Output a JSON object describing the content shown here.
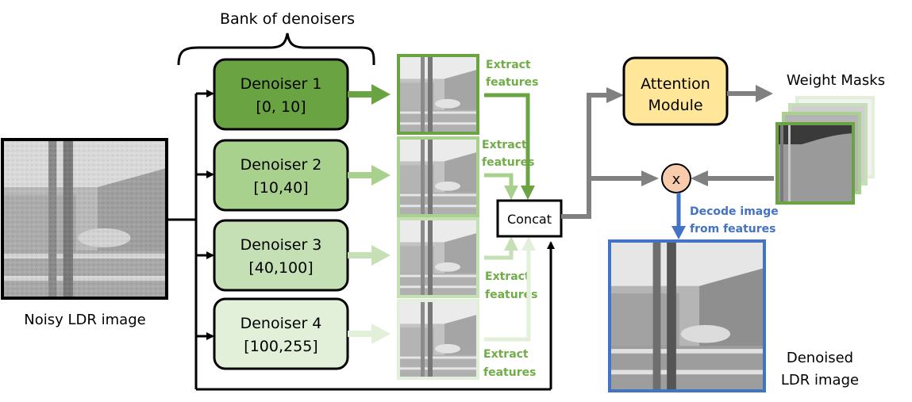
{
  "title": "Bank of denoisers",
  "input": {
    "label": "Noisy LDR image"
  },
  "denoisers": [
    {
      "name": "Denoiser 1",
      "range": "[0, 10]",
      "fill": "#6aa442",
      "arrow": "#6aa442",
      "border": "#6aa442"
    },
    {
      "name": "Denoiser 2",
      "range": "[10,40]",
      "fill": "#a9d18e",
      "arrow": "#a9d18e",
      "border": "#a9d18e"
    },
    {
      "name": "Denoiser 3",
      "range": "[40,100]",
      "fill": "#c5e0b4",
      "arrow": "#c5e0b4",
      "border": "#c5e0b4"
    },
    {
      "name": "Denoiser 4",
      "range": "[100,255]",
      "fill": "#e2f0d9",
      "arrow": "#e2f0d9",
      "border": "#e2f0d9"
    }
  ],
  "extract_label_1": "Extract",
  "extract_label_2": "features",
  "concat": {
    "label": "Concat"
  },
  "attention": {
    "line1": "Attention",
    "line2": "Module",
    "fill": "#ffe699"
  },
  "weight_masks": {
    "label": "Weight Masks"
  },
  "multiply": {
    "symbol": "x",
    "fill": "#f8cbad"
  },
  "decode": {
    "line1": "Decode image",
    "line2": "from features",
    "color": "#4472c4"
  },
  "output": {
    "line1": "Denoised",
    "line2": "LDR image"
  },
  "colors": {
    "text_green": "#70ad47",
    "gray_arrow": "#808080",
    "black": "#000000",
    "blue": "#4472c4"
  }
}
